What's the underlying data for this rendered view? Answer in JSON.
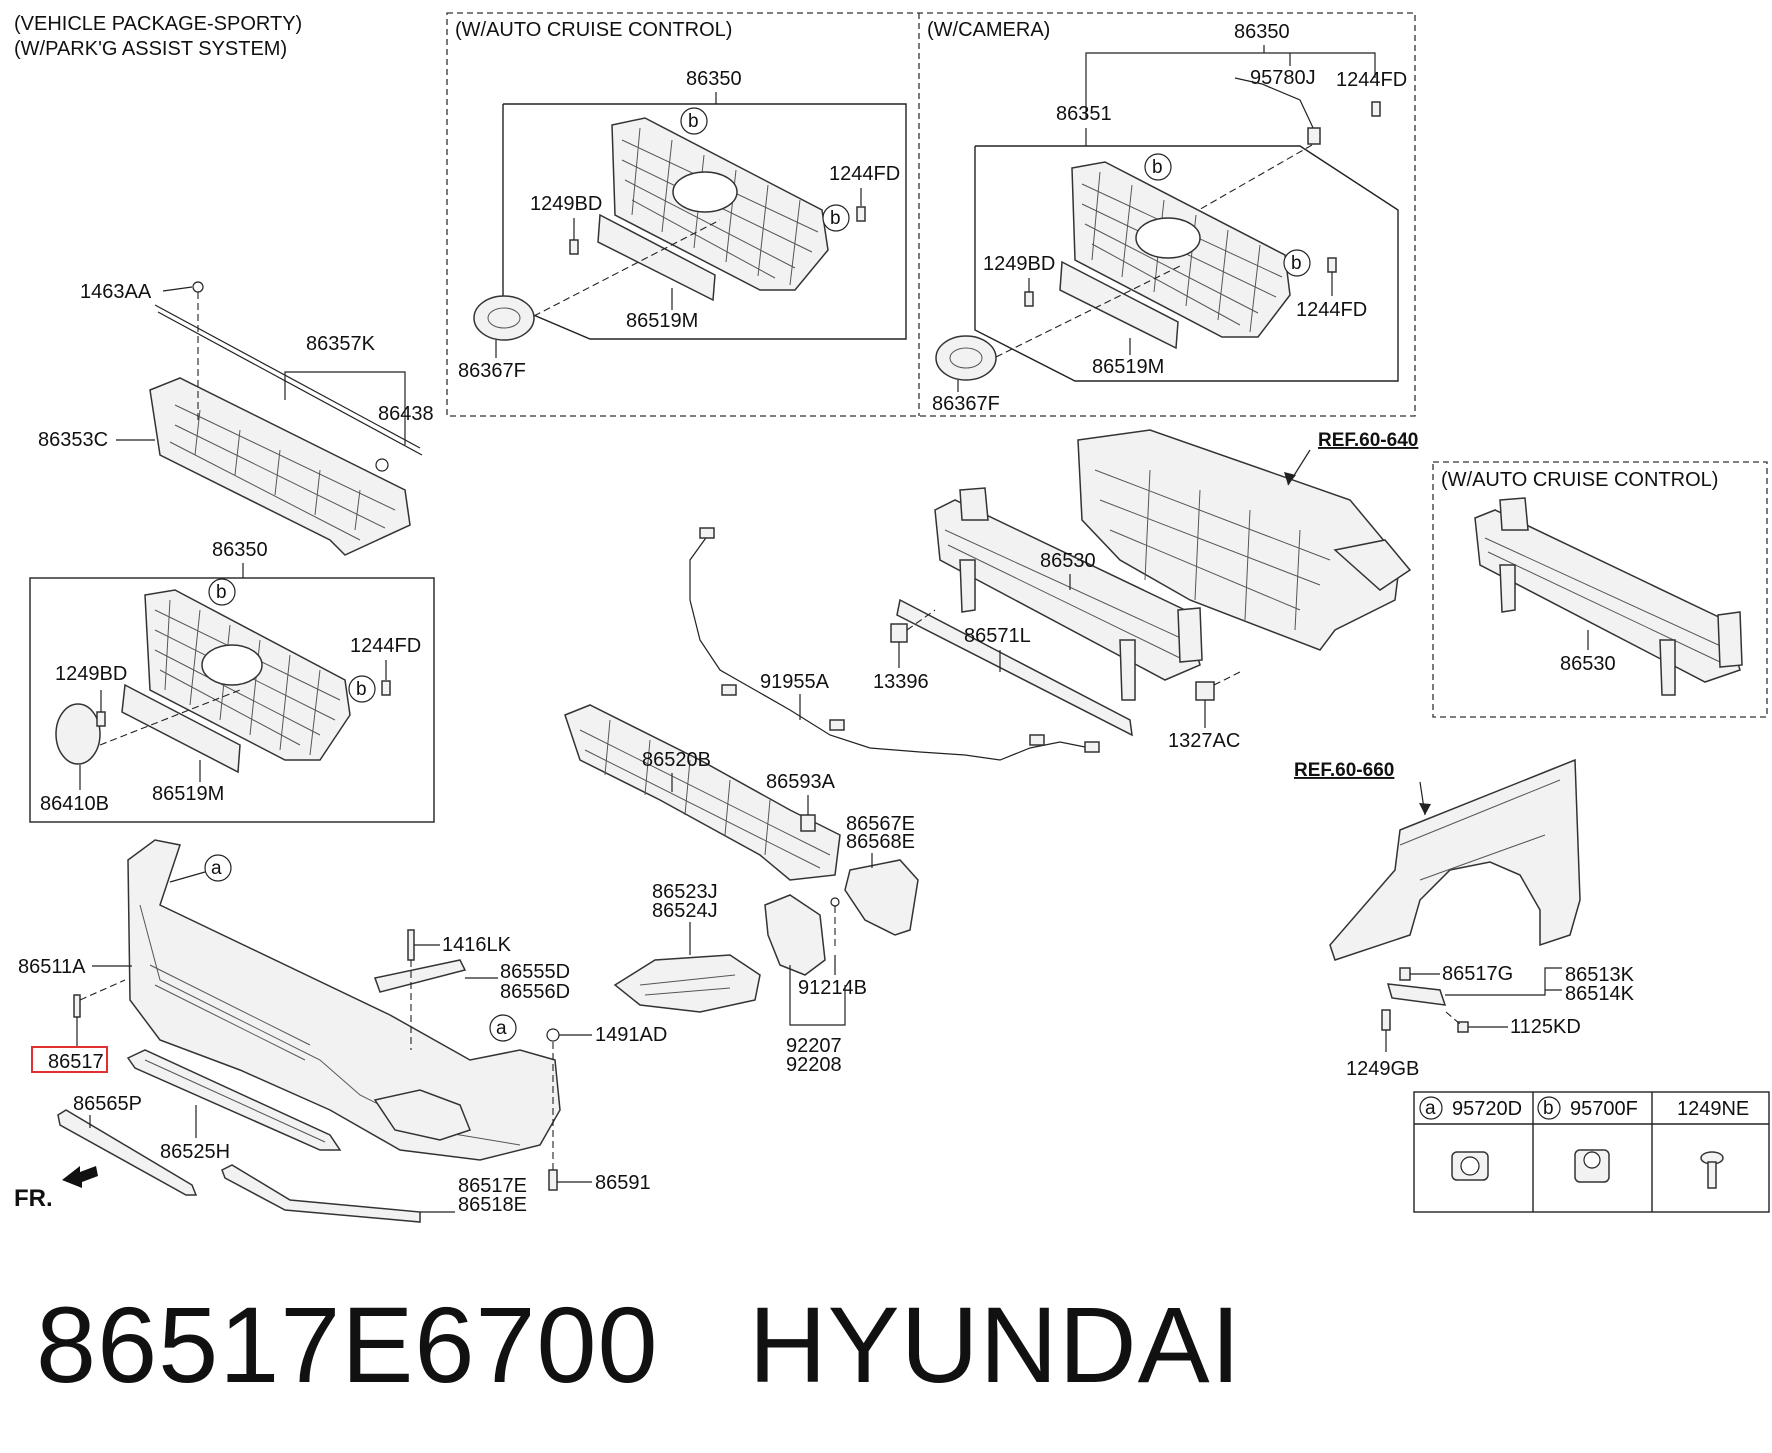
{
  "headers": {
    "sporty_line1": "(VEHICLE PACKAGE-SPORTY)",
    "sporty_line2": "(W/PARK'G ASSIST SYSTEM)",
    "auto_cruise": "(W/AUTO CRUISE CONTROL)",
    "camera": "(W/CAMERA)",
    "auto_cruise_right": "(W/AUTO CRUISE CONTROL)"
  },
  "refs": {
    "ref_640": "REF.60-640",
    "ref_660": "REF.60-660"
  },
  "labels": {
    "p1463AA": "1463AA",
    "p86357K": "86357K",
    "p86438": "86438",
    "p86353C": "86353C",
    "p86350_left": "86350",
    "p1249BD_left": "1249BD",
    "p1244FD_left": "1244FD",
    "p86410B": "86410B",
    "p86519M_left": "86519M",
    "p86350_cruise": "86350",
    "p1244FD_cruise": "1244FD",
    "p1249BD_cruise": "1249BD",
    "p86519M_cruise": "86519M",
    "p86367F_cruise": "86367F",
    "p86350_camera": "86350",
    "p95780J": "95780J",
    "p1244FD_camera_top": "1244FD",
    "p86351": "86351",
    "p1249BD_camera": "1249BD",
    "p1244FD_camera": "1244FD",
    "p86519M_camera": "86519M",
    "p86367F_camera": "86367F",
    "p86530": "86530",
    "p86571L": "86571L",
    "p13396": "13396",
    "p1327AC": "1327AC",
    "p91955A": "91955A",
    "p86520B": "86520B",
    "p86593A": "86593A",
    "p86567E": "86567E",
    "p86568E": "86568E",
    "p86523J": "86523J",
    "p86524J": "86524J",
    "p91214B": "91214B",
    "p92207": "92207",
    "p92208": "92208",
    "p86511A": "86511A",
    "p86517": "86517",
    "p1416LK": "1416LK",
    "p86555D": "86555D",
    "p86556D": "86556D",
    "p1491AD": "1491AD",
    "p86565P": "86565P",
    "p86525H": "86525H",
    "p86517E": "86517E",
    "p86518E": "86518E",
    "p86591": "86591",
    "p86530_right": "86530",
    "p86517G": "86517G",
    "p86513K": "86513K",
    "p86514K": "86514K",
    "p1125KD": "1125KD",
    "p1249GB": "1249GB",
    "fr": "FR.",
    "callout_a": "a",
    "callout_b": "b"
  },
  "legend": {
    "items": [
      {
        "letter": "a",
        "part": "95720D"
      },
      {
        "letter": "b",
        "part": "95700F"
      },
      {
        "letter": "",
        "part": "1249NE"
      }
    ]
  },
  "highlight": {
    "part": "86517",
    "color": "#e03030"
  },
  "caption": {
    "part_number": "86517E6700",
    "brand": "HYUNDAI"
  }
}
